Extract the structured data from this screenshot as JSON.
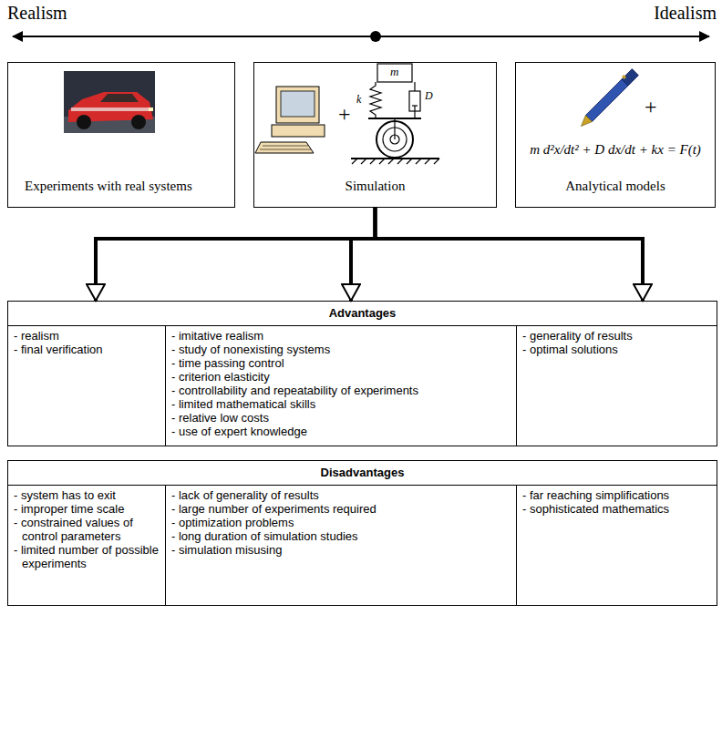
{
  "diagram": {
    "nodes": [
      {
        "text": [
          "Experiments with real systems"
        ]
      },
      {
        "text": [
          "Simulation"
        ]
      },
      {
        "text": [
          "m d²x/dt² + D dx/dt + kx = F(t)",
          "Analytical models"
        ]
      },
      {
        "text": [
          "Advantages"
        ]
      },
      {
        "text": [
          "- realism",
          "- final verification"
        ],
        "in": 3
      },
      {
        "text": [
          "- imitative realism",
          "- study of nonexisting systems",
          "- time passing control",
          "- criterion elasticity",
          "- controllability and repeatability of experiments",
          "- limited mathematical skills",
          "- relative low costs",
          "- use of expert knowledge"
        ],
        "in": 3
      },
      {
        "text": [
          "- generality of results",
          "- optimal solutions"
        ],
        "in": 3
      },
      {
        "text": [
          "Disadvantages"
        ]
      },
      {
        "text": [
          "- system has to exit",
          "- improper time scale",
          "- constrained values of control parameters",
          "- limited number of possible experiments"
        ],
        "in": 7
      },
      {
        "text": [
          "- lack of generality of results",
          "- large number of experiments required",
          "- optimization problems",
          "- long duration of simulation studies",
          "- simulation misusing"
        ],
        "in": 7
      },
      {
        "text": [
          "- far reaching simplifications",
          "- sophisticated mathematics"
        ],
        "in": 7
      }
    ],
    "edges": [
      {
        "from": 1,
        "to": 4,
        "arrow": "to"
      },
      {
        "from": 1,
        "to": 5,
        "arrow": "to"
      },
      {
        "from": 1,
        "to": 6,
        "arrow": "to"
      }
    ],
    "labels": [
      "Realism",
      "Idealism",
      "+",
      "m",
      "k",
      "D",
      "+"
    ]
  }
}
